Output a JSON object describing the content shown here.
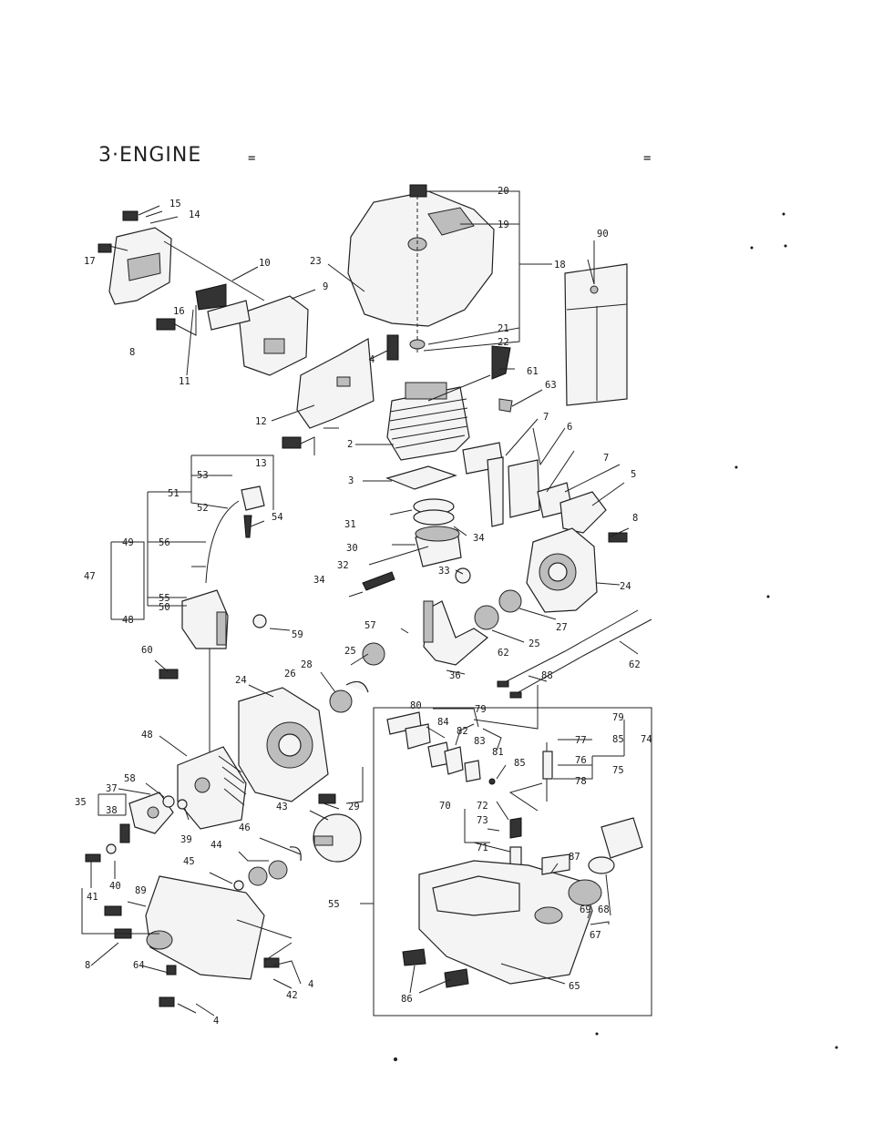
{
  "title": "3·ENGINE",
  "marks": [
    "=",
    "="
  ],
  "callouts": {
    "c15": "15",
    "c14": "14",
    "c17": "17",
    "c10": "10",
    "c9": "9",
    "c16": "16",
    "c8a": "8",
    "c11": "11",
    "c12": "12",
    "c13": "13",
    "c23": "23",
    "c20": "20",
    "c19": "19",
    "c18": "18",
    "c90": "90",
    "c4a": "4",
    "c21": "21",
    "c22": "22",
    "c61": "61",
    "c63": "63",
    "c2": "2",
    "c7a": "7",
    "c6": "6",
    "c3": "3",
    "c7b": "7",
    "c5": "5",
    "c8b": "8",
    "c31": "31",
    "c34a": "34",
    "c30": "30",
    "c32": "32",
    "c33": "33",
    "c34b": "34",
    "c24a": "24",
    "c27": "27",
    "c25a": "25",
    "c62a": "62",
    "c62b": "62",
    "c53": "53",
    "c51": "51",
    "c52": "52",
    "c54": "54",
    "c49": "49",
    "c56": "56",
    "c47": "47",
    "c55a": "55",
    "c50": "50",
    "c48a": "48",
    "c59": "59",
    "c60": "60",
    "c57": "57",
    "c28": "28",
    "c25b": "25",
    "c26": "26",
    "c36": "36",
    "c88": "88",
    "c24b": "24",
    "c48b": "48",
    "c29": "29",
    "c58": "58",
    "c37": "37",
    "c35": "35",
    "c38": "38",
    "c39": "39",
    "c43": "43",
    "c46": "46",
    "c44": "44",
    "c45": "45",
    "c41": "41",
    "c40": "40",
    "c89": "89",
    "c8c": "8",
    "c64": "64",
    "c42": "42",
    "c4b": "4",
    "c4c": "4",
    "c80": "80",
    "c79a": "79",
    "c84": "84",
    "c82": "82",
    "c83": "83",
    "c81": "81",
    "c85a": "85",
    "c79b": "79",
    "c85b": "85",
    "c74": "74",
    "c77": "77",
    "c76": "76",
    "c75": "75",
    "c78": "78",
    "c70": "70",
    "c72": "72",
    "c73": "73",
    "c71": "71",
    "c87": "87",
    "c55b": "55",
    "c69": "69",
    "c68": "68",
    "c67": "67",
    "c65": "65",
    "c86": "86"
  }
}
